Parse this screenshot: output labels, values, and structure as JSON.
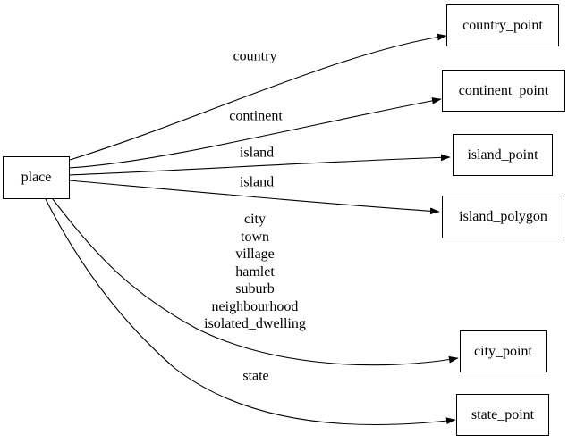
{
  "diagram": {
    "type": "directed-graph",
    "edge_color": "#000000",
    "node_border_color": "#000000",
    "background_color": "#ffffff",
    "nodes": {
      "place": "place",
      "country_point": "country_point",
      "continent_point": "continent_point",
      "island_point": "island_point",
      "island_polygon": "island_polygon",
      "city_point": "city_point",
      "state_point": "state_point"
    },
    "edges": [
      {
        "from": "place",
        "to": "country_point",
        "label": "country"
      },
      {
        "from": "place",
        "to": "continent_point",
        "label": "continent"
      },
      {
        "from": "place",
        "to": "island_point",
        "label": "island"
      },
      {
        "from": "place",
        "to": "island_polygon",
        "label": "island"
      },
      {
        "from": "place",
        "to": "city_point",
        "label": "city\ntown\nvillage\nhamlet\nsuburb\nneighbourhood\nisolated_dwelling"
      },
      {
        "from": "place",
        "to": "state_point",
        "label": "state"
      }
    ]
  }
}
